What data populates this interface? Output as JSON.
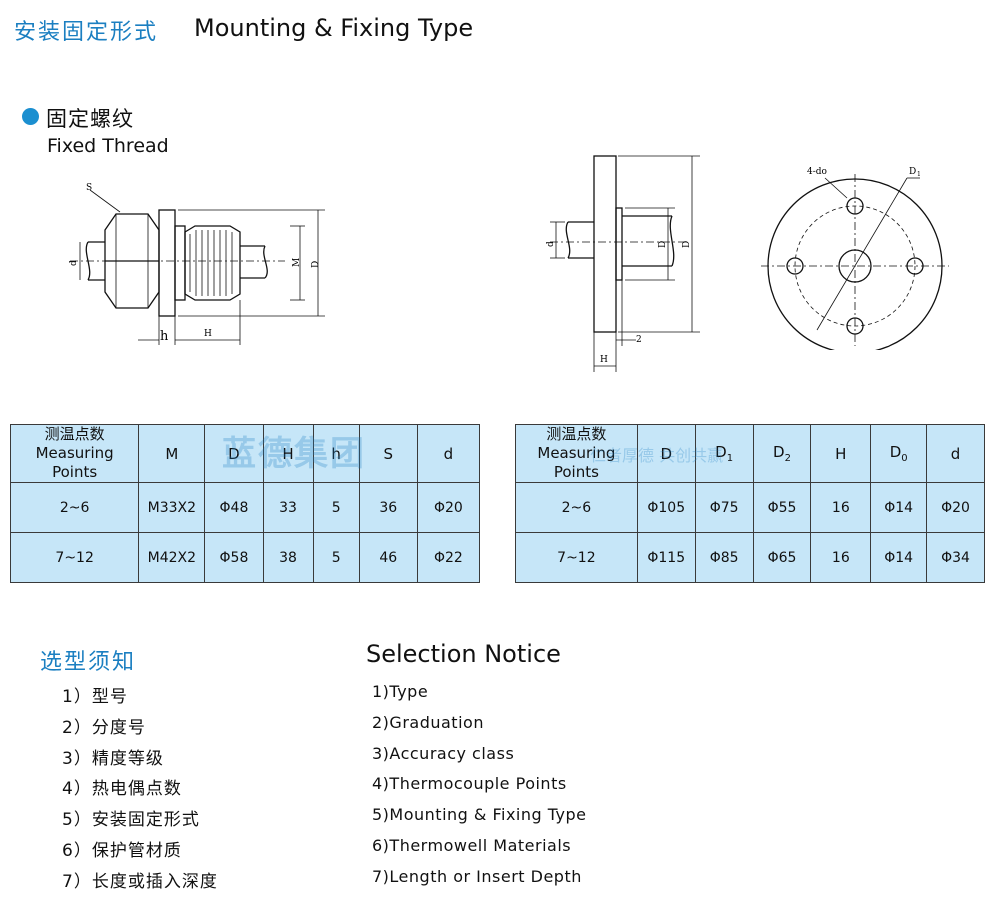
{
  "header": {
    "title_cn": "安装固定形式",
    "title_en": "Mounting & Fixing Type"
  },
  "section": {
    "title_cn": "固定螺纹",
    "title_en": "Fixed Thread"
  },
  "diagram_labels": {
    "S": "S",
    "d": "d",
    "M": "M",
    "D": "D",
    "h": "h",
    "H": "H",
    "D1": "D",
    "D1_sub": "1",
    "two": "2",
    "four_do": "4-do"
  },
  "watermark": {
    "brand": "蓝德集团",
    "slogan": "仁者厚德  共创共赢"
  },
  "table1": {
    "headers": {
      "mp_cn": "测温点数",
      "mp_en": "Measuring Points",
      "M": "M",
      "D": "D",
      "H": "H",
      "h": "h",
      "S": "S",
      "d": "d"
    },
    "rows": [
      {
        "points": "2~6",
        "M": "M33X2",
        "D": "Φ48",
        "H": "33",
        "h": "5",
        "S": "36",
        "d": "Φ20"
      },
      {
        "points": "7~12",
        "M": "M42X2",
        "D": "Φ58",
        "H": "38",
        "h": "5",
        "S": "46",
        "d": "Φ22"
      }
    ]
  },
  "table2": {
    "headers": {
      "mp_cn": "测温点数",
      "mp_en": "Measuring Points",
      "D": "D",
      "D1": "D",
      "D1_sub": "1",
      "D2": "D",
      "D2_sub": "2",
      "H": "H",
      "D0": "D",
      "D0_sub": "0",
      "d": "d"
    },
    "rows": [
      {
        "points": "2~6",
        "D": "Φ105",
        "D1": "Φ75",
        "D2": "Φ55",
        "H": "16",
        "D0": "Φ14",
        "d": "Φ20"
      },
      {
        "points": "7~12",
        "D": "Φ115",
        "D1": "Φ85",
        "D2": "Φ65",
        "H": "16",
        "D0": "Φ14",
        "d": "Φ34"
      }
    ]
  },
  "selection": {
    "title_cn": "选型须知",
    "title_en": "Selection Notice",
    "items_cn": [
      "1）型号",
      "2）分度号",
      "3）精度等级",
      "4）热电偶点数",
      "5）安装固定形式",
      "6）保护管材质",
      "7）长度或插入深度"
    ],
    "items_en": [
      "1)Type",
      "2)Graduation",
      "3)Accuracy class",
      "4)Thermocouple Points",
      "5)Mounting & Fixing Type",
      "6)Thermowell Materials",
      "7)Length or Insert Depth"
    ]
  }
}
